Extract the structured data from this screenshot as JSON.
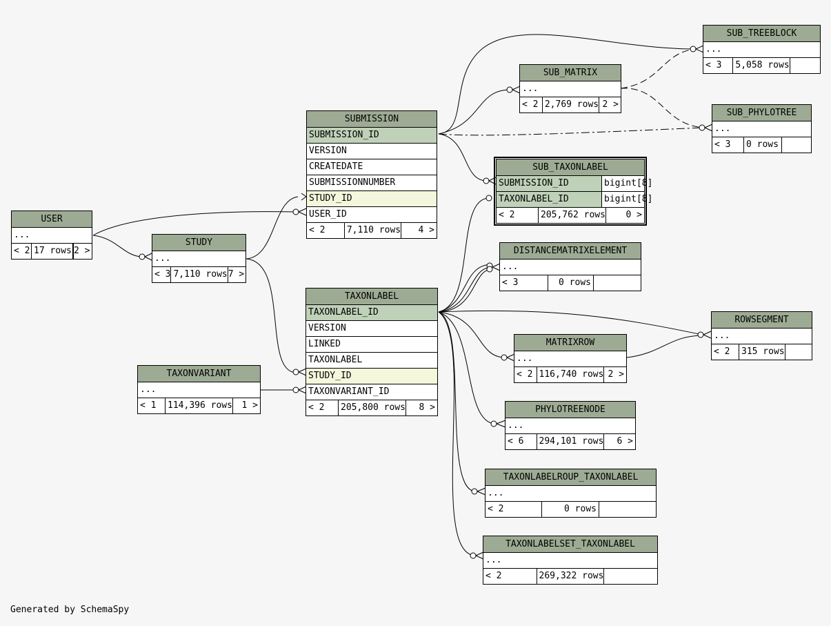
{
  "footer": "Generated by SchemaSpy",
  "colors": {
    "header": "#9eab94",
    "pk": "#bfd1b8",
    "fk": "#f4f7dc",
    "background": "#f6f6f6"
  },
  "tables": {
    "user": {
      "name": "USER",
      "rows": [
        "..."
      ],
      "foot": [
        "< 2",
        "17 rows",
        "2 >"
      ]
    },
    "study": {
      "name": "STUDY",
      "rows": [
        "..."
      ],
      "foot": [
        "< 3",
        "7,110 rows",
        "7 >"
      ]
    },
    "submission": {
      "name": "SUBMISSION",
      "rows": [
        "SUBMISSION_ID",
        "VERSION",
        "CREATEDATE",
        "SUBMISSIONNUMBER",
        "STUDY_ID",
        "USER_ID"
      ],
      "foot": [
        "< 2",
        "7,110 rows",
        "4 >"
      ]
    },
    "taxonlabel": {
      "name": "TAXONLABEL",
      "rows": [
        "TAXONLABEL_ID",
        "VERSION",
        "LINKED",
        "TAXONLABEL",
        "STUDY_ID",
        "TAXONVARIANT_ID"
      ],
      "foot": [
        "< 2",
        "205,800 rows",
        "8 >"
      ]
    },
    "taxonvariant": {
      "name": "TAXONVARIANT",
      "rows": [
        "..."
      ],
      "foot": [
        "< 1",
        "114,396 rows",
        "1 >"
      ]
    },
    "sub_matrix": {
      "name": "SUB_MATRIX",
      "rows": [
        "..."
      ],
      "foot": [
        "< 2",
        "2,769 rows",
        "2 >"
      ]
    },
    "sub_treeblock": {
      "name": "SUB_TREEBLOCK",
      "rows": [
        "..."
      ],
      "foot": [
        "< 3",
        "5,058 rows",
        ""
      ]
    },
    "sub_phylotree": {
      "name": "SUB_PHYLOTREE",
      "rows": [
        "..."
      ],
      "foot": [
        "< 3",
        "0 rows",
        ""
      ]
    },
    "sub_taxonlabel": {
      "name": "SUB_TAXONLABEL",
      "rows": [
        {
          "name": "SUBMISSION_ID",
          "type": "bigint[8]"
        },
        {
          "name": "TAXONLABEL_ID",
          "type": "bigint[8]"
        }
      ],
      "foot": [
        "< 2",
        "205,762 rows",
        "0 >"
      ]
    },
    "distancematrixelement": {
      "name": "DISTANCEMATRIXELEMENT",
      "rows": [
        "..."
      ],
      "foot": [
        "< 3",
        "0 rows",
        ""
      ]
    },
    "rowsegment": {
      "name": "ROWSEGMENT",
      "rows": [
        "..."
      ],
      "foot": [
        "< 2",
        "315 rows",
        ""
      ]
    },
    "matrixrow": {
      "name": "MATRIXROW",
      "rows": [
        "..."
      ],
      "foot": [
        "< 2",
        "116,740 rows",
        "2 >"
      ]
    },
    "phylotreenode": {
      "name": "PHYLOTREENODE",
      "rows": [
        "..."
      ],
      "foot": [
        "< 6",
        "294,101 rows",
        "6 >"
      ]
    },
    "taxonlabelgroup_taxonlabel": {
      "name": "TAXONLABELROUP_TAXONLABEL",
      "rows": [
        "..."
      ],
      "foot": [
        "< 2",
        "0 rows",
        ""
      ]
    },
    "taxonlabelset_taxonlabel": {
      "name": "TAXONLABELSET_TAXONLABEL",
      "rows": [
        "..."
      ],
      "foot": [
        "< 2",
        "269,322 rows",
        ""
      ]
    }
  }
}
